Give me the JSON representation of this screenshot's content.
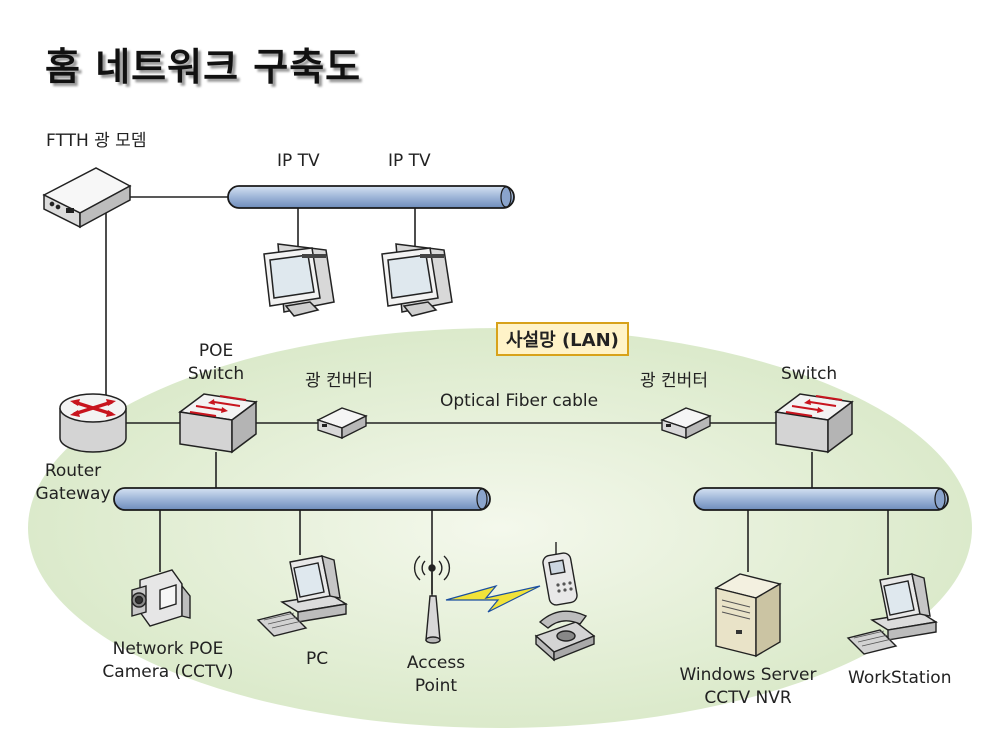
{
  "title": "홈 네트워크 구축도",
  "lan_label": "사설망 (LAN)",
  "labels": {
    "ftth_modem": "FTTH 광 모뎀",
    "iptv_1": "IP TV",
    "iptv_2": "IP TV",
    "poe_switch_1": "POE",
    "poe_switch_2": "Switch",
    "converter_left": "광 컨버터",
    "converter_right": "광 컨버터",
    "fiber_cable": "Optical Fiber cable",
    "switch": "Switch",
    "router_1": "Router",
    "router_2": "Gateway",
    "camera_1": "Network POE",
    "camera_2": "Camera (CCTV)",
    "pc": "PC",
    "ap_1": "Access",
    "ap_2": "Point",
    "server_1": "Windows Server",
    "server_2": "CCTV NVR",
    "workstation": "WorkStation"
  },
  "colors": {
    "lan_fill": "#dfeccf",
    "bus_fill": "#a9bedc",
    "bus_edge": "#1a1a1a",
    "router_red": "#c8141e",
    "lan_badge_border": "#d8a21a",
    "lightning": "#f1e23a"
  },
  "icons": [
    "modem-icon",
    "monitor-icon",
    "router-icon",
    "switch-icon",
    "converter-icon",
    "camera-icon",
    "pc-icon",
    "access-point-icon",
    "mobile-phone-icon",
    "telephone-icon",
    "server-icon",
    "workstation-icon"
  ]
}
